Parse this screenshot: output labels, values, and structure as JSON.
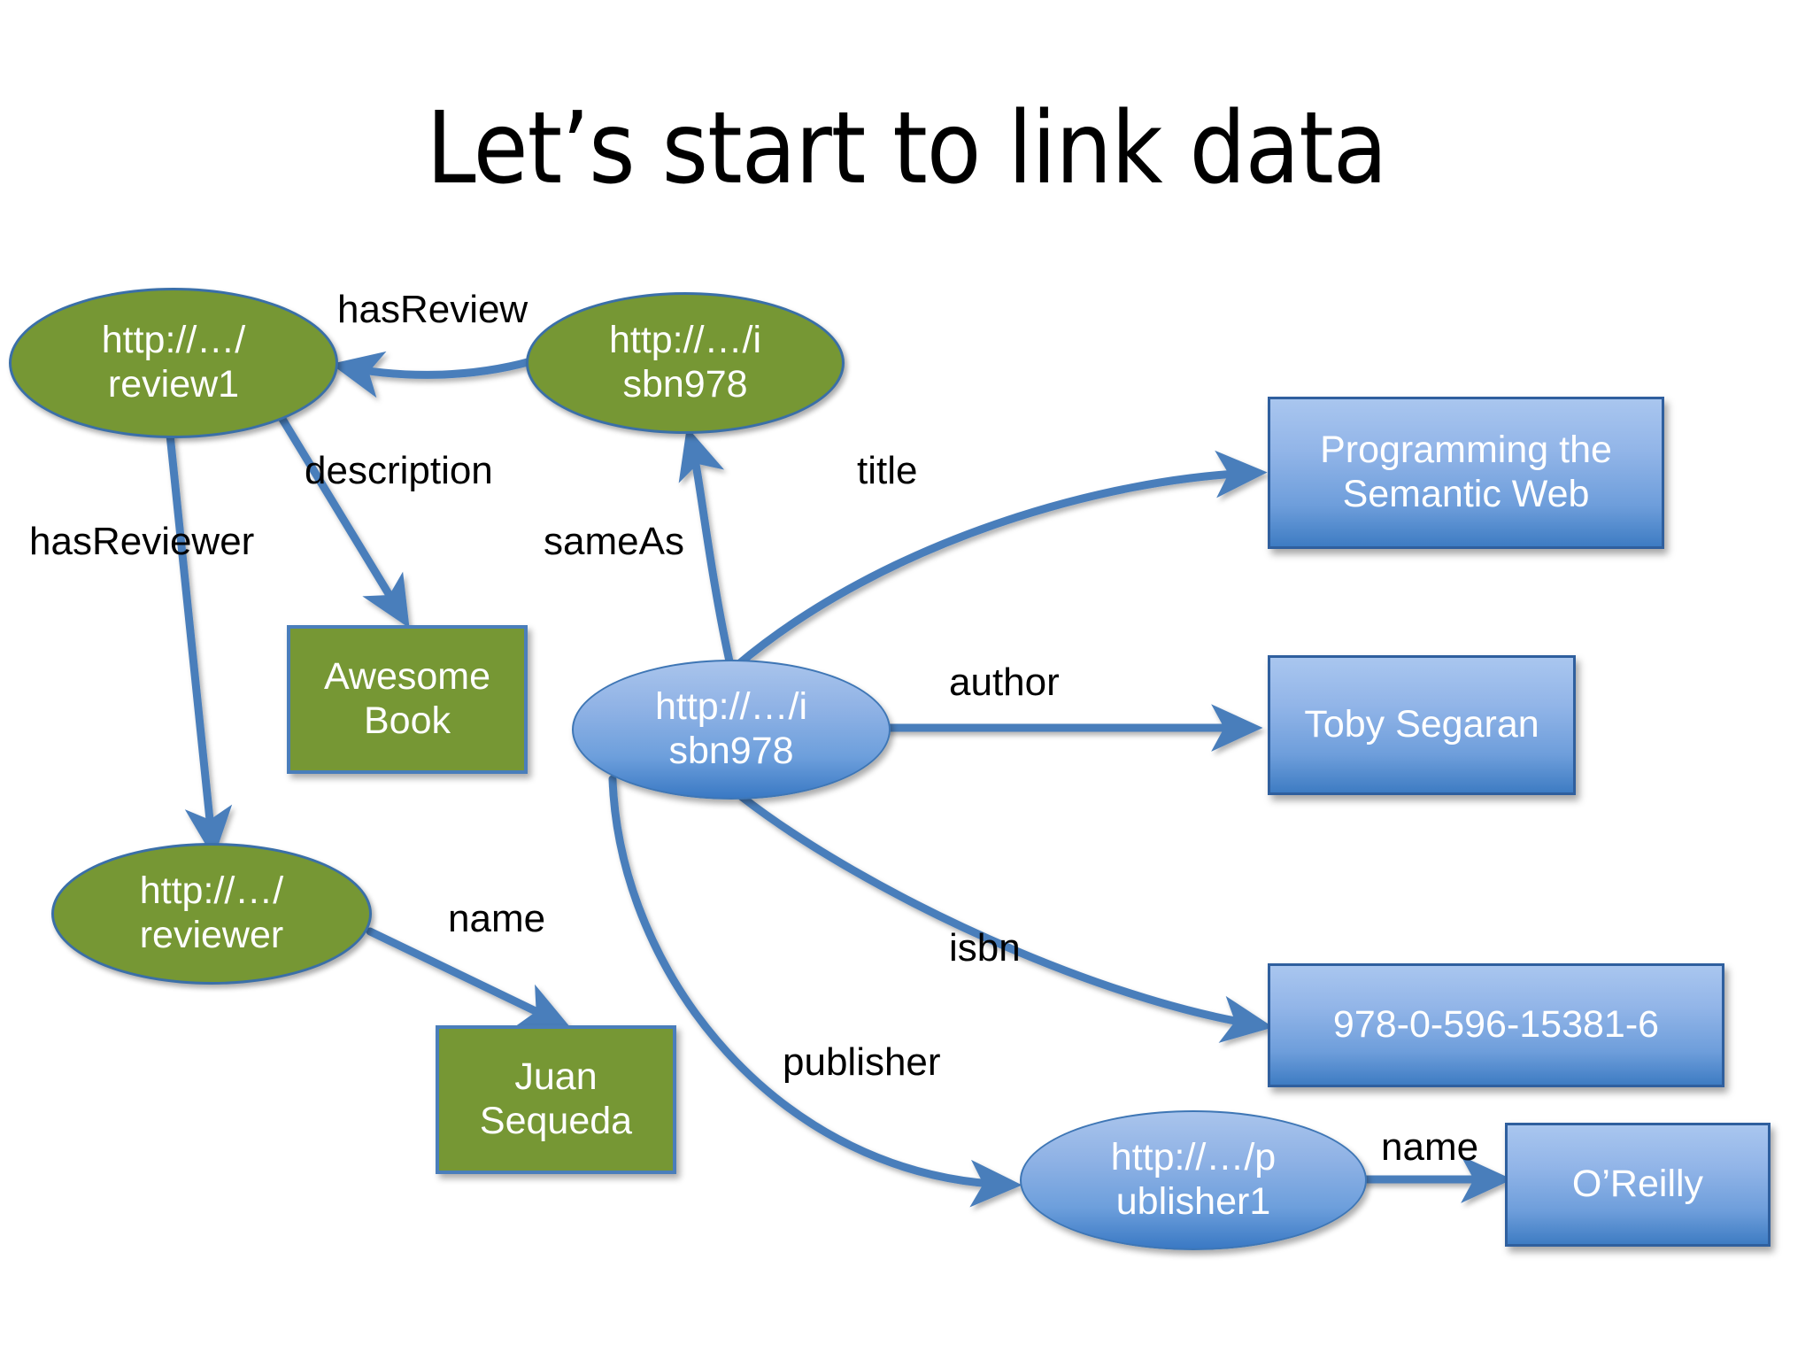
{
  "slide": {
    "title": "Let’s start to link data",
    "background_color": "#ffffff",
    "title_color": "#000000"
  },
  "palette": {
    "green_fill": "#769734",
    "blue_fill_top": "#a9c6ef",
    "blue_fill_bottom": "#3e7cc3",
    "edge_stroke": "#4a7ebb",
    "node_border_blue": "#3a6fa8",
    "node_text": "#ffffff",
    "label_text": "#000000"
  },
  "graph": {
    "type": "rdf-graph",
    "nodes": [
      {
        "id": "review1",
        "shape": "ellipse",
        "style": "green",
        "lines": [
          "http://…/",
          "review1"
        ],
        "label": "http://…/review1"
      },
      {
        "id": "isbn978_green",
        "shape": "ellipse",
        "style": "green",
        "lines": [
          "http://…/i",
          "sbn978"
        ],
        "label": "http://…/isbn978"
      },
      {
        "id": "awesome_book",
        "shape": "rect",
        "style": "green",
        "lines": [
          "Awesome",
          "Book"
        ],
        "label": "Awesome Book"
      },
      {
        "id": "reviewer",
        "shape": "ellipse",
        "style": "green",
        "lines": [
          "http://…/",
          "reviewer"
        ],
        "label": "http://…/reviewer"
      },
      {
        "id": "juan_sequeda",
        "shape": "rect",
        "style": "green",
        "lines": [
          "Juan",
          "Sequeda"
        ],
        "label": "Juan Sequeda"
      },
      {
        "id": "isbn978_blue",
        "shape": "ellipse",
        "style": "blue",
        "lines": [
          "http://…/i",
          "sbn978"
        ],
        "label": "http://…/isbn978"
      },
      {
        "id": "programming_semantic_web",
        "shape": "rect",
        "style": "blue",
        "lines": [
          "Programming the",
          "Semantic Web"
        ],
        "label": "Programming the Semantic Web"
      },
      {
        "id": "toby_segaran",
        "shape": "rect",
        "style": "blue",
        "lines": [
          "Toby Segaran"
        ],
        "label": "Toby Segaran"
      },
      {
        "id": "isbn_value",
        "shape": "rect",
        "style": "blue",
        "lines": [
          "978-0-596-15381-6"
        ],
        "label": "978-0-596-15381-6"
      },
      {
        "id": "publisher1",
        "shape": "ellipse",
        "style": "blue",
        "lines": [
          "http://…/p",
          "ublisher1"
        ],
        "label": "http://…/publisher1"
      },
      {
        "id": "oreilly",
        "shape": "rect",
        "style": "blue",
        "lines": [
          "O’Reilly"
        ],
        "label": "O’Reilly"
      }
    ],
    "edges": [
      {
        "id": "e1",
        "from": "isbn978_green",
        "to": "review1",
        "label": "hasReview"
      },
      {
        "id": "e2",
        "from": "review1",
        "to": "awesome_book",
        "label": "description"
      },
      {
        "id": "e3",
        "from": "review1",
        "to": "reviewer",
        "label": "hasReviewer"
      },
      {
        "id": "e4",
        "from": "reviewer",
        "to": "juan_sequeda",
        "label": "name"
      },
      {
        "id": "e5",
        "from": "isbn978_blue",
        "to": "isbn978_green",
        "label": "sameAs"
      },
      {
        "id": "e6",
        "from": "isbn978_blue",
        "to": "programming_semantic_web",
        "label": "title"
      },
      {
        "id": "e7",
        "from": "isbn978_blue",
        "to": "toby_segaran",
        "label": "author"
      },
      {
        "id": "e8",
        "from": "isbn978_blue",
        "to": "isbn_value",
        "label": "isbn"
      },
      {
        "id": "e9",
        "from": "isbn978_blue",
        "to": "publisher1",
        "label": "publisher"
      },
      {
        "id": "e10",
        "from": "publisher1",
        "to": "oreilly",
        "label": "name"
      }
    ]
  }
}
